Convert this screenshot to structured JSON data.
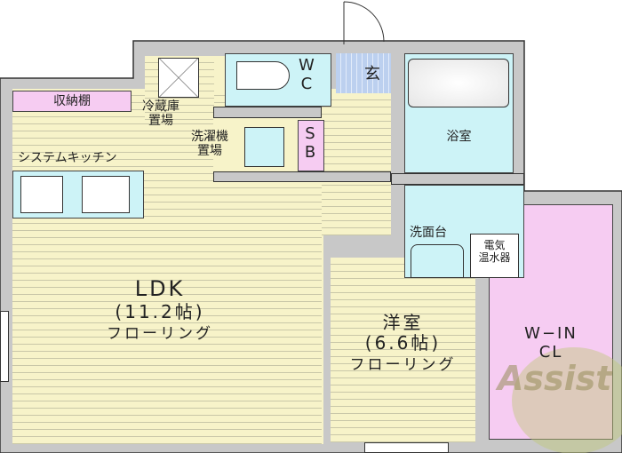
{
  "rooms": {
    "storage_shelf": "収納棚",
    "fridge": "冷蔵庫\n置場",
    "fridge_l1": "冷蔵庫",
    "fridge_l2": "置場",
    "washer_l1": "洗濯機",
    "washer_l2": "置場",
    "kitchen": "システムキッチン",
    "wc_l1": "W",
    "wc_l2": "C",
    "entrance": "玄",
    "sb_l1": "S",
    "sb_l2": "B",
    "bath": "浴室",
    "washroom": "洗面台",
    "heater_l1": "電気",
    "heater_l2": "温水器",
    "ldk_name": "LDK",
    "ldk_size": "(11.2帖)",
    "ldk_floor": "フローリング",
    "western_name": "洋室",
    "western_size": "(6.6帖)",
    "western_floor": "フローリング",
    "closet_l1": "W−IN",
    "closet_l2": "CL"
  },
  "logo": "Assist",
  "colors": {
    "wall": "#c8c8c8",
    "floor": "#f7f3c9",
    "wet": "#cdf3f7",
    "storage": "#f6ccf2"
  }
}
